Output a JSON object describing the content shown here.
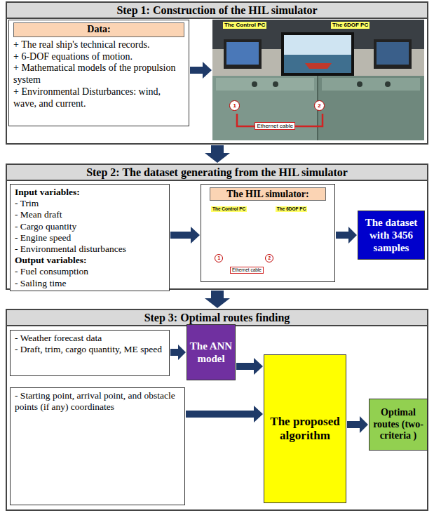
{
  "diagram": {
    "nodes": [
      {
        "text": [
          "Step 1: Construction of the HIL simulator"
        ]
      },
      {
        "text": [
          "Data:",
          "+ The real ship's technical records.",
          "+ 6-DOF equations of motion.",
          "+ Mathematical models of the propulsion system",
          "+ Environmental Disturbances: wind, wave, and current."
        ],
        "in": 0
      },
      {
        "text": [
          "The Control PC",
          "The 6DOF PC",
          "1",
          "2",
          "Ethernet cable"
        ],
        "in": 0
      },
      {
        "text": [
          "Step 2: The dataset generating from the HIL simulator"
        ]
      },
      {
        "text": [
          "Input variables:",
          "- Trim",
          "- Mean draft",
          "- Cargo quantity",
          "- Engine speed",
          "- Environmental disturbances",
          "Output variables:",
          "- Fuel consumption",
          "- Sailing time"
        ],
        "in": 3
      },
      {
        "text": [
          "The HIL simulator:"
        ],
        "in": 3
      },
      {
        "text": [
          "The Control PC",
          "The 6DOF PC",
          "1",
          "2",
          "Ethernet cable"
        ],
        "in": 5
      },
      {
        "text": [
          "The dataset with 3456 samples"
        ],
        "in": 3
      },
      {
        "text": [
          "Step 3: Optimal routes finding"
        ]
      },
      {
        "text": [
          "- Weather forecast data",
          "- Draft, trim, cargo quantity, ME speed"
        ],
        "in": 8
      },
      {
        "text": [
          "- Starting point, arrival point, and obstacle points (if any) coordinates"
        ],
        "in": 8
      },
      {
        "text": [
          "The ANN model"
        ],
        "in": 8
      },
      {
        "text": [
          "The proposed algorithm"
        ],
        "in": 8
      },
      {
        "text": [
          "Optimal routes (two- criteria )"
        ],
        "in": 8
      }
    ],
    "edges": [
      {
        "from": 1,
        "to": 2,
        "arrow": "to"
      },
      {
        "from": 0,
        "to": 3,
        "arrow": "to"
      },
      {
        "from": 4,
        "to": 5,
        "arrow": "to"
      },
      {
        "from": 5,
        "to": 7,
        "arrow": "to"
      },
      {
        "from": 3,
        "to": 8,
        "arrow": "to"
      },
      {
        "from": 9,
        "to": 11,
        "arrow": "to"
      },
      {
        "from": 11,
        "to": 12,
        "arrow": "to"
      },
      {
        "from": 10,
        "to": 12,
        "arrow": "to"
      },
      {
        "from": 12,
        "to": 13,
        "arrow": "to"
      }
    ]
  }
}
